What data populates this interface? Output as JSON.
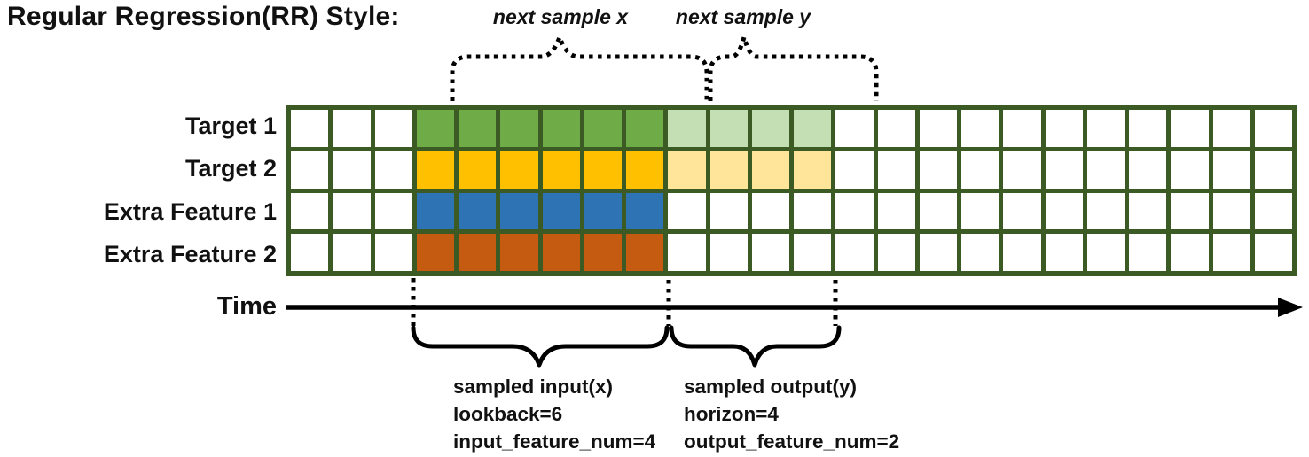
{
  "title": "Regular Regression(RR) Style:",
  "annotations": {
    "next_x": "next sample x",
    "next_y": "next sample y"
  },
  "grid": {
    "total_cols": 24,
    "pre_cols": 3,
    "input_cols": 6,
    "output_cols": 4,
    "post_cols": 11,
    "border_color": "#3C5B24",
    "empty_color": "#FFFFFF",
    "rows": [
      {
        "label": "Target 1",
        "input_color": "#6FAC47",
        "output_color": "#C5DFB4"
      },
      {
        "label": "Target 2",
        "input_color": "#FFC000",
        "output_color": "#FFE59A"
      },
      {
        "label": "Extra Feature 1",
        "input_color": "#2E74B5",
        "output_color": "#FFFFFF"
      },
      {
        "label": "Extra Feature 2",
        "input_color": "#C55A11",
        "output_color": "#FFFFFF"
      }
    ]
  },
  "time": {
    "label": "Time"
  },
  "bottom_left": {
    "lines": [
      "sampled input(x)",
      "lookback=6",
      "input_feature_num=4"
    ]
  },
  "bottom_right": {
    "lines": [
      "sampled output(y)",
      "horizon=4",
      "output_feature_num=2"
    ]
  }
}
